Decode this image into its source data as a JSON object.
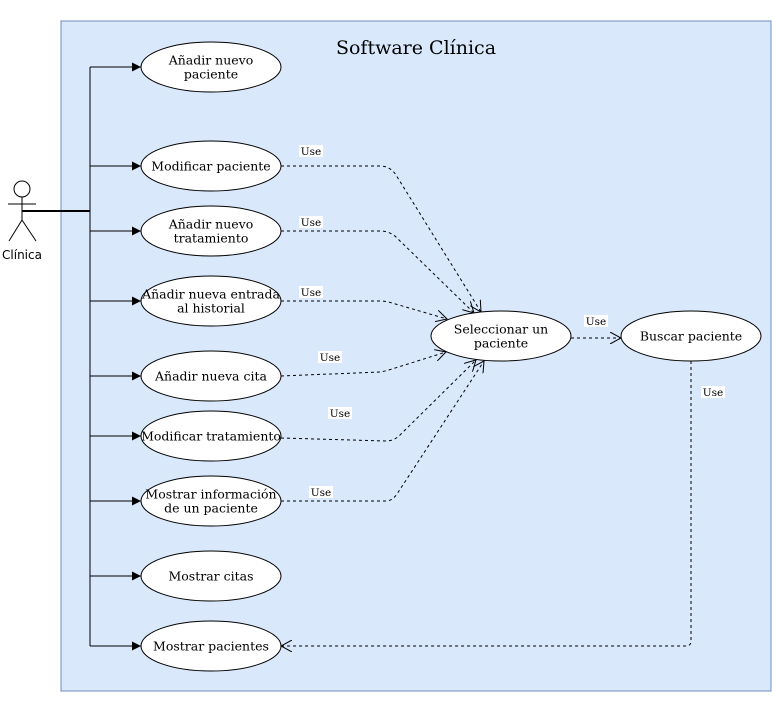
{
  "system": {
    "title": "Software Clínica",
    "fill": "#dae8fc",
    "stroke": "#6c8ebf"
  },
  "actor": {
    "label": "Clínica"
  },
  "use_cases": [
    {
      "id": "anadir-nuevo-paciente",
      "lines": [
        "Añadir nuevo",
        "paciente"
      ]
    },
    {
      "id": "modificar-paciente",
      "lines": [
        "Modificar paciente"
      ]
    },
    {
      "id": "anadir-nuevo-tratamiento",
      "lines": [
        "Añadir nuevo",
        "tratamiento"
      ]
    },
    {
      "id": "anadir-nueva-entrada-historial",
      "lines": [
        "Añadir nueva entrada",
        "al historial"
      ]
    },
    {
      "id": "anadir-nueva-cita",
      "lines": [
        "Añadir nueva cita"
      ]
    },
    {
      "id": "modificar-tratamiento",
      "lines": [
        "Modificar tratamiento"
      ]
    },
    {
      "id": "mostrar-informacion-paciente",
      "lines": [
        "Mostrar información",
        "de un paciente"
      ]
    },
    {
      "id": "mostrar-citas",
      "lines": [
        "Mostrar citas"
      ]
    },
    {
      "id": "mostrar-pacientes",
      "lines": [
        "Mostrar pacientes"
      ]
    },
    {
      "id": "seleccionar-paciente",
      "lines": [
        "Seleccionar un",
        "paciente"
      ]
    },
    {
      "id": "buscar-paciente",
      "lines": [
        "Buscar paciente"
      ]
    }
  ],
  "relations": [
    {
      "from": "modificar-paciente",
      "to": "seleccionar-paciente",
      "label": "Use"
    },
    {
      "from": "anadir-nuevo-tratamiento",
      "to": "seleccionar-paciente",
      "label": "Use"
    },
    {
      "from": "anadir-nueva-entrada-historial",
      "to": "seleccionar-paciente",
      "label": "Use"
    },
    {
      "from": "anadir-nueva-cita",
      "to": "seleccionar-paciente",
      "label": "Use"
    },
    {
      "from": "modificar-tratamiento",
      "to": "seleccionar-paciente",
      "label": "Use"
    },
    {
      "from": "mostrar-informacion-paciente",
      "to": "seleccionar-paciente",
      "label": "Use"
    },
    {
      "from": "seleccionar-paciente",
      "to": "buscar-paciente",
      "label": "Use"
    },
    {
      "from": "buscar-paciente",
      "to": "mostrar-pacientes",
      "label": "Use"
    }
  ]
}
